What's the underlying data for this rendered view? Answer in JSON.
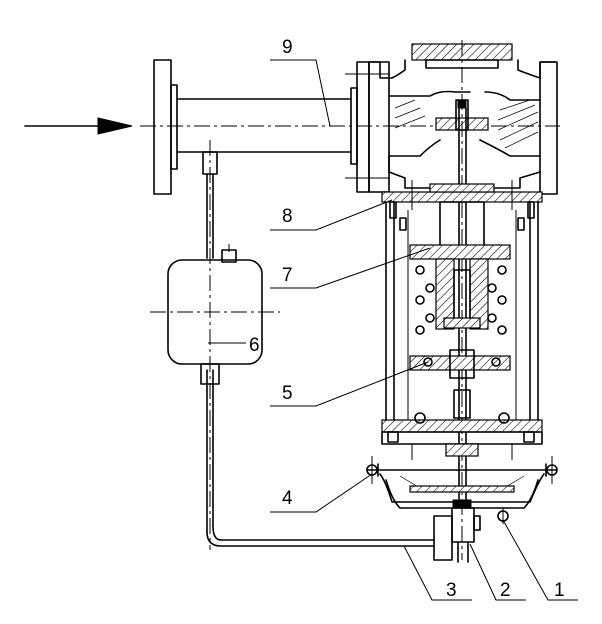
{
  "labels": {
    "n1": "1",
    "n2": "2",
    "n3": "3",
    "n4": "4",
    "n5": "5",
    "n6": "6",
    "n7": "7",
    "n8": "8",
    "n9": "9"
  }
}
